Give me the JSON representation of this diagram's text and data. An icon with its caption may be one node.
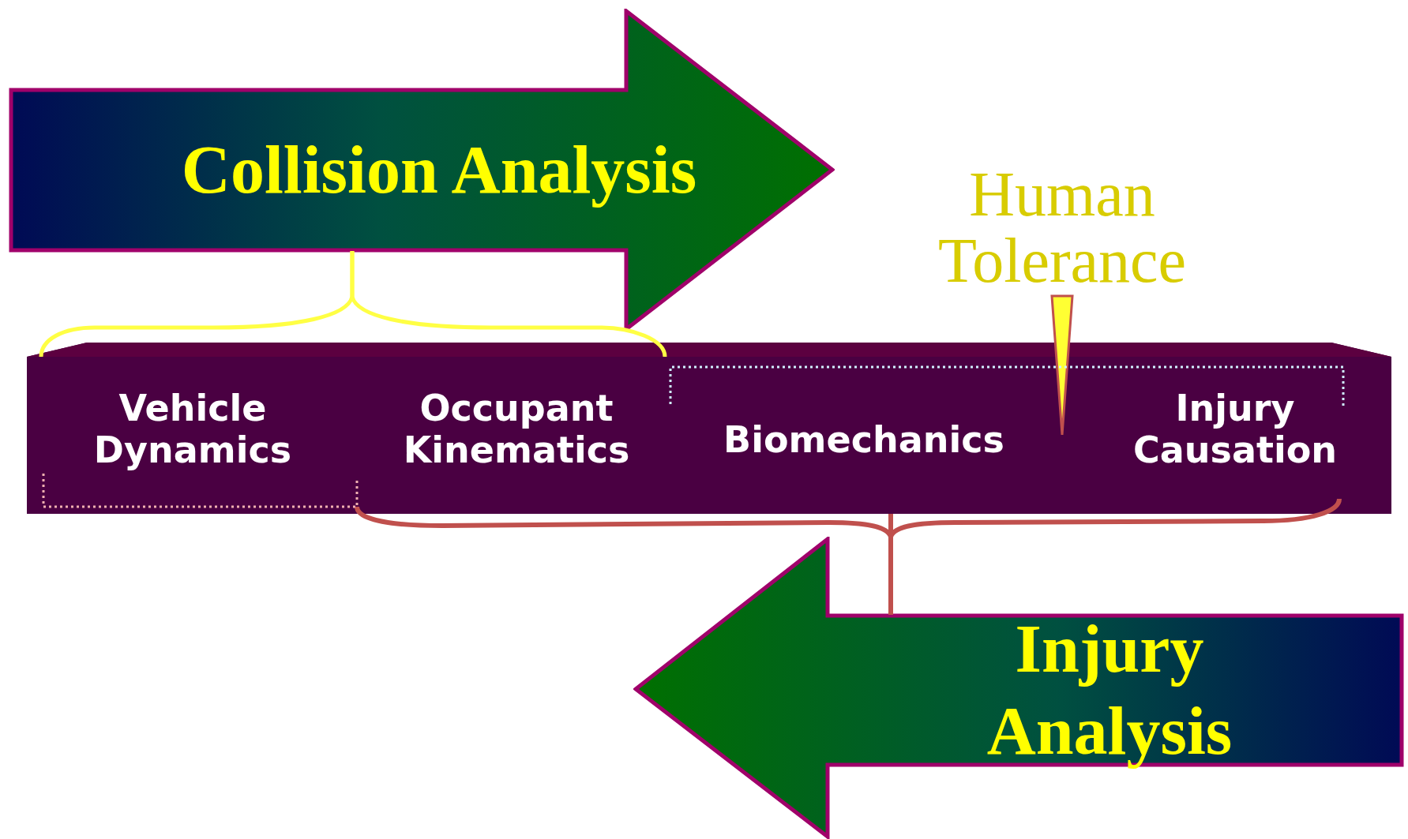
{
  "diagram": {
    "nodes": [
      {
        "text": [
          "Collision Analysis"
        ]
      },
      {
        "text": [
          "Human Tolerance"
        ]
      },
      {
        "text": [],
        "shape": "bar"
      },
      {
        "text": [
          "Vehicle Dynamics"
        ],
        "in": 2
      },
      {
        "text": [
          "Occupant Kinematics"
        ],
        "in": 2
      },
      {
        "text": [
          "Biomechanics"
        ],
        "in": 2
      },
      {
        "text": [
          "Injury Causation"
        ],
        "in": 2
      },
      {
        "text": [
          "Injury Analysis"
        ]
      }
    ],
    "edges": [
      {
        "from": 0,
        "to": 3,
        "arrow": "none",
        "color": "#ffff44"
      },
      {
        "from": 0,
        "to": 4,
        "arrow": "none",
        "color": "#ffff44"
      },
      {
        "from": 7,
        "to": 4,
        "arrow": "none",
        "color": "#c0504d"
      },
      {
        "from": 7,
        "to": 5,
        "arrow": "none",
        "color": "#c0504d"
      },
      {
        "from": 7,
        "to": 6,
        "arrow": "none",
        "color": "#c0504d"
      },
      {
        "from": 1,
        "to": null,
        "arrow": "to",
        "color": "#c0504d"
      }
    ]
  }
}
